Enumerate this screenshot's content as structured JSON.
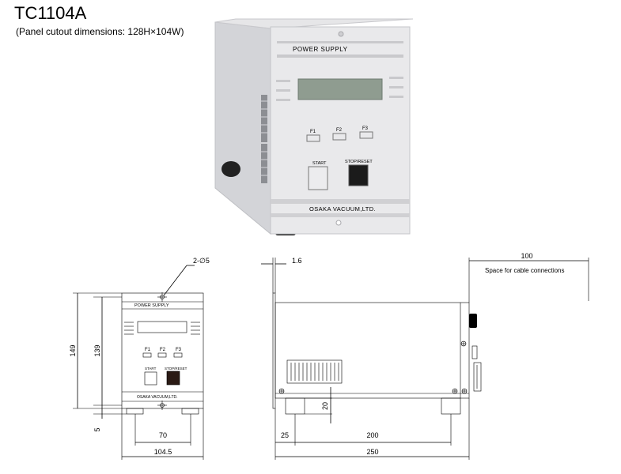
{
  "header": {
    "title": "TC1104A",
    "subtitle": "(Panel cutout dimensions: 128H×104W)"
  },
  "photo": {
    "panel_title": "POWER SUPPLY",
    "f_keys": [
      "F1",
      "F2",
      "F3"
    ],
    "start_label": "START",
    "stop_label": "STOP/RESET",
    "maker": "OSAKA VACUUM,LTD."
  },
  "front_drawing": {
    "panel_title": "POWER SUPPLY",
    "f_keys": [
      "F1",
      "F2",
      "F3"
    ],
    "start_label": "START",
    "stop_label": "STOP/RESET",
    "maker": "OSAKA VACUUM,LTD.",
    "dims": {
      "holes": "2-∅5",
      "height_total": "149",
      "height_inner": "139",
      "foot": "5",
      "foot_spacing": "70",
      "width": "104.5"
    }
  },
  "side_drawing": {
    "cable_note": "Space for cable connections",
    "dims": {
      "panel_thickness": "1.6",
      "cable_space": "100",
      "foot_height": "20",
      "front_offset": "25",
      "foot_spacing": "200",
      "depth": "250"
    }
  },
  "colors": {
    "case": "#e4e4e6",
    "case_side": "#d4d5d9",
    "panel": "#e9e9eb",
    "stripe": "#c9c9cc",
    "lcd": "#8f9c90",
    "stop_button": "#1b1b1b",
    "line": "#000000"
  }
}
